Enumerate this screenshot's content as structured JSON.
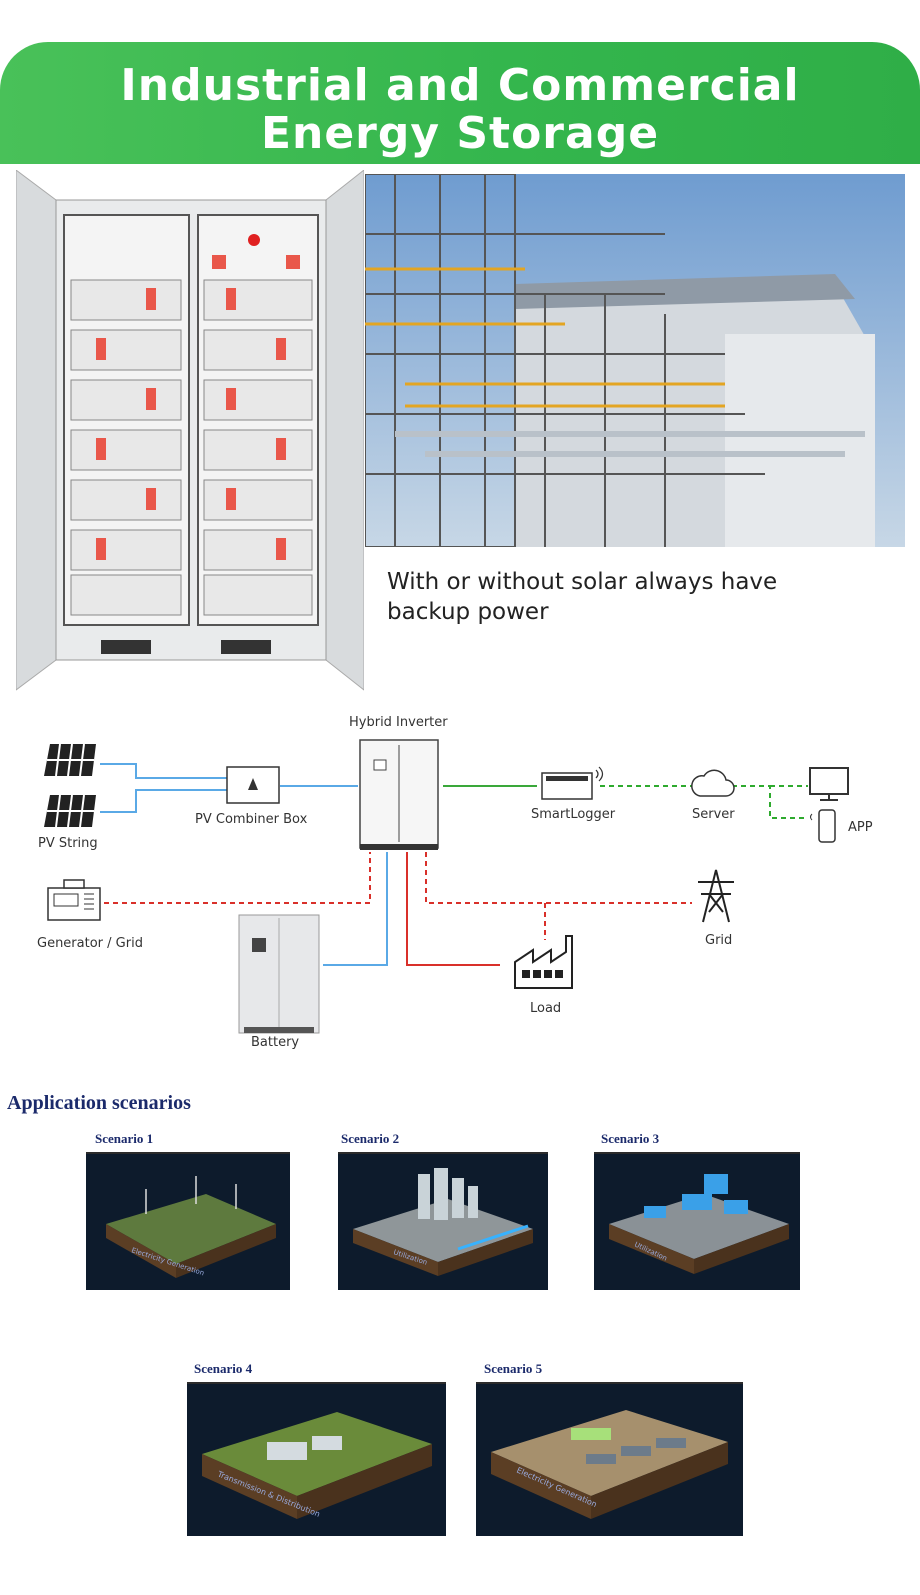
{
  "header": {
    "title_line1": "Industrial and Commercial",
    "title_line2": "Energy Storage"
  },
  "hero": {
    "tagline_line1": "With or without solar always have",
    "tagline_line2": "backup power"
  },
  "diagram": {
    "hybrid_inverter": "Hybrid Inverter",
    "pv_string": "PV String",
    "pv_combiner_box": "PV Combiner Box",
    "smartlogger": "SmartLogger",
    "server": "Server",
    "app": "APP",
    "generator_grid": "Generator / Grid",
    "grid": "Grid",
    "load": "Load",
    "battery": "Battery"
  },
  "applications": {
    "title": "Application  scenarios",
    "scenarios": [
      {
        "label": "Scenario 1",
        "caption": "Electricity Generation"
      },
      {
        "label": "Scenario 2",
        "caption": "Utilization"
      },
      {
        "label": "Scenario 3",
        "caption": "Utilization"
      },
      {
        "label": "Scenario 4",
        "caption": "Transmission & Distribution"
      },
      {
        "label": "Scenario 5",
        "caption": "Electricity Generation"
      }
    ]
  },
  "colors": {
    "banner_green": "#34b64d",
    "dc_line_blue": "#5aa9e6",
    "ac_line_green": "#3aa83a",
    "comm_line_green": "#2eaa2e",
    "red_line": "#d9302a",
    "title_navy": "#1b2a6b"
  },
  "icons": [
    "solar-panel-icon",
    "combiner-box-icon",
    "inverter-cabinet-icon",
    "smartlogger-icon",
    "cloud-icon",
    "monitor-icon",
    "phone-icon",
    "generator-icon",
    "transmission-tower-icon",
    "factory-icon",
    "battery-cabinet-icon"
  ]
}
